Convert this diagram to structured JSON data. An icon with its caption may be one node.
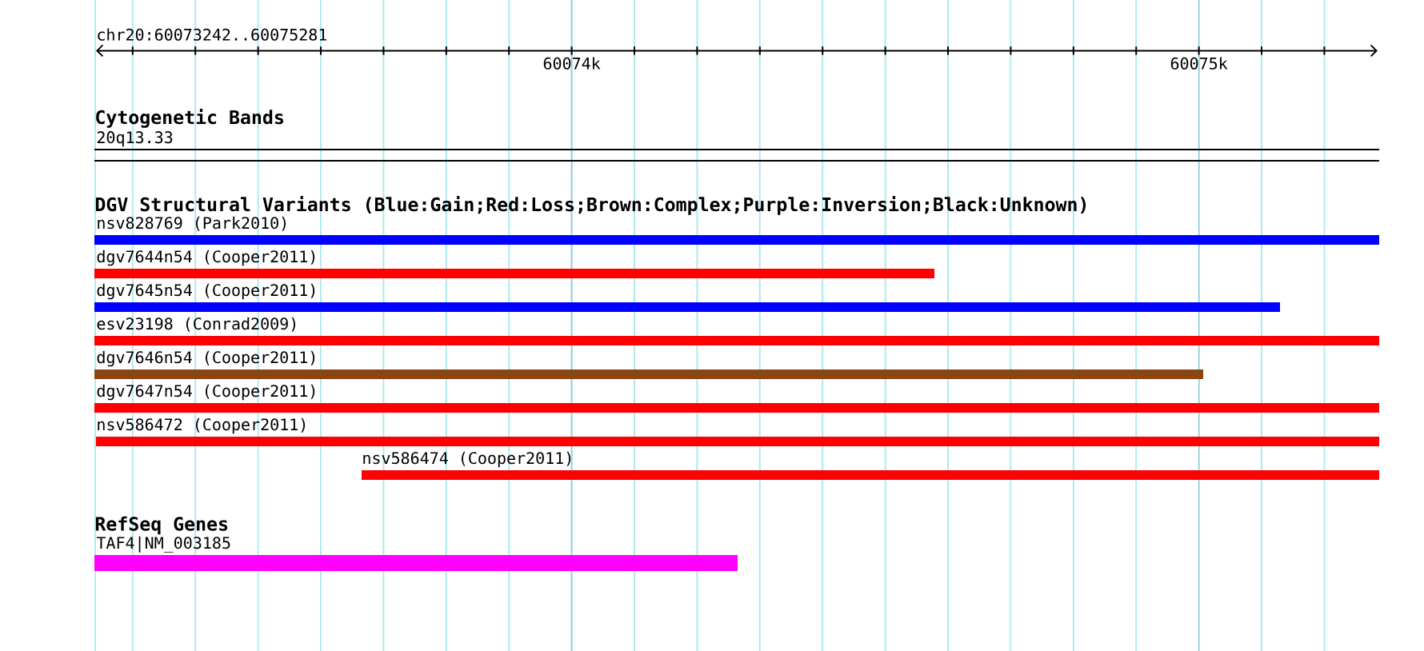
{
  "diagram": {
    "nodes": [
      {
        "text": [
          "20q13.33"
        ]
      },
      {
        "text": [
          "nsv828769 (Park2010)"
        ]
      },
      {
        "text": [
          "dgv7644n54 (Cooper2011)"
        ]
      },
      {
        "text": [
          "dgv7645n54 (Cooper2011)"
        ]
      },
      {
        "text": [
          "esv23198 (Conrad2009)"
        ]
      },
      {
        "text": [
          "dgv7646n54 (Cooper2011)"
        ]
      },
      {
        "text": [
          "dgv7647n54 (Cooper2011)"
        ]
      },
      {
        "text": [
          "nsv586472 (Cooper2011)"
        ]
      },
      {
        "text": [
          "nsv586474 (Cooper2011)"
        ]
      },
      {
        "text": [
          "TAF4|NM_003185"
        ]
      }
    ],
    "labels": [
      "chr20:60073242..60075281",
      "60074k",
      "60075k",
      "Cytogenetic Bands",
      "DGV Structural Variants (Blue:Gain;Red:Loss;Brown:Complex;Purple:Inversion;Black:Unknown)",
      "RefSeq Genes"
    ]
  }
}
